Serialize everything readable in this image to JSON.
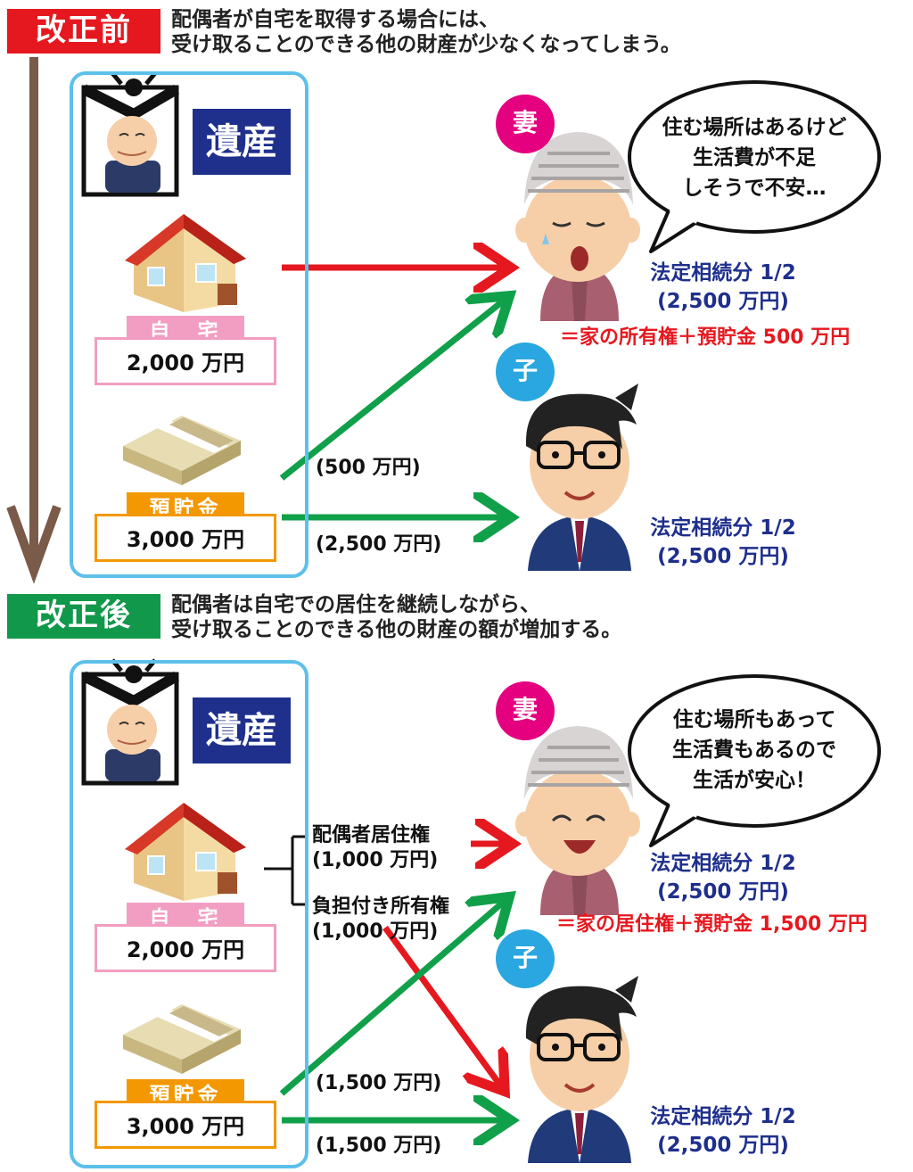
{
  "before": {
    "tag": "改正前",
    "desc_line1": "配偶者が自宅を取得する場合には、",
    "desc_line2": "受け取ることのできる他の財産が少なくなってしまう。",
    "estate_label": "遺産",
    "home_label": "自　宅",
    "home_value": "2,000 万円",
    "savings_label": "預貯金",
    "savings_value": "3,000 万円",
    "arrow_to_wife_amount": "(500 万円)",
    "arrow_to_child_amount": "(2,500 万円)",
    "wife_badge": "妻",
    "child_badge": "子",
    "wife_bubble": [
      "住む場所はあるけど",
      "生活費が不足",
      "しそうで不安…"
    ],
    "wife_share_line1": "法定相続分 1/2",
    "wife_share_line2": "(2,500 万円)",
    "wife_note": "＝家の所有権＋預貯金 500 万円",
    "child_share_line1": "法定相続分 1/2",
    "child_share_line2": "(2,500 万円)"
  },
  "after": {
    "tag": "改正後",
    "desc_line1": "配偶者は自宅での居住を継続しながら、",
    "desc_line2": "受け取ることのできる他の財産の額が増加する。",
    "estate_label": "遺産",
    "home_label": "自　宅",
    "home_value": "2,000 万円",
    "savings_label": "預貯金",
    "savings_value": "3,000 万円",
    "residence_right": "配偶者居住権",
    "residence_right_amount": "(1,000 万円)",
    "burdened_ownership": "負担付き所有権",
    "burdened_ownership_amount": "(1,000 万円)",
    "arrow_to_wife_amount": "(1,500 万円)",
    "arrow_to_child_amount": "(1,500 万円)",
    "wife_badge": "妻",
    "child_badge": "子",
    "wife_bubble": [
      "住む場所もあって",
      "生活費もあるので",
      "生活が安心！"
    ],
    "wife_share_line1": "法定相続分 1/2",
    "wife_share_line2": "(2,500 万円)",
    "wife_note": "＝家の居住権＋預貯金 1,500 万円",
    "child_share_line1": "法定相続分 1/2",
    "child_share_line2": "(2,500 万円)"
  },
  "colors": {
    "before_tag": "#e6181f",
    "after_tag": "#11984a",
    "estate_border": "#5cc0ea",
    "estate_label_bg": "#1e2f8c",
    "home_accent": "#f19ec2",
    "savings_accent": "#f39800",
    "red_arrow": "#e6181f",
    "green_arrow": "#11a04a",
    "timeline_arrow": "#7a5a48",
    "wife_badge": "#e4007f",
    "child_badge": "#2aa7e0",
    "share_text": "#1e2f8c"
  },
  "icons": [
    "portrait-icon",
    "house-icon",
    "cash-bundle-icon",
    "grandmother-icon",
    "son-icon",
    "speech-bubble-icon"
  ]
}
